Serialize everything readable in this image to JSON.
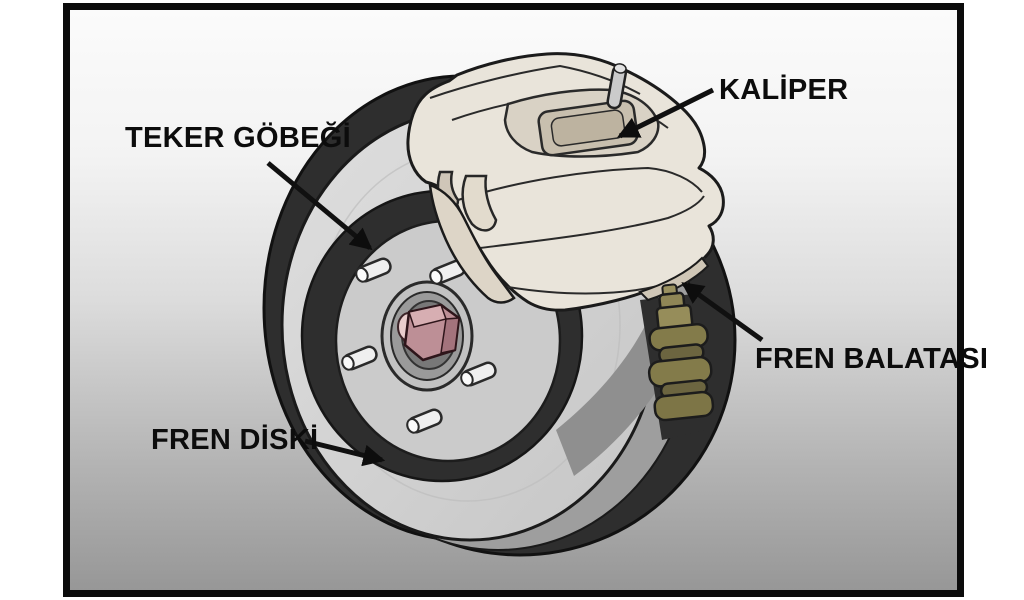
{
  "figure": {
    "type": "labeled-diagram",
    "subject": "disc brake assembly"
  },
  "labels": {
    "caliper": "KALİPER",
    "wheel_hub": "TEKER GÖBEĞİ",
    "brake_pad": "FREN BALATASI",
    "brake_disc": "FREN DİSKİ"
  },
  "colors": {
    "frame_border": "#0b0b0b",
    "background_top": "#fbfbfb",
    "background_bottom": "#979797",
    "label_text": "#0c0c0c",
    "arrow": "#101010",
    "disc_face": "#d2d2d2",
    "disc_edge_dark": "#2e2e2e",
    "disc_edge_mid": "#9e9e9e",
    "disc_inner_face": "#cbcbcb",
    "hub_ring": "#c2c2c2",
    "hub_bore": "#9a9a9a",
    "hub_nut_pink": "#bd8f96",
    "stud_white": "#efefef",
    "caliper_body": "#e9e4da",
    "caliper_shadow": "#d9d2c5",
    "caliper_window": "#c8bfae",
    "boot_olive": "#837b4a"
  }
}
